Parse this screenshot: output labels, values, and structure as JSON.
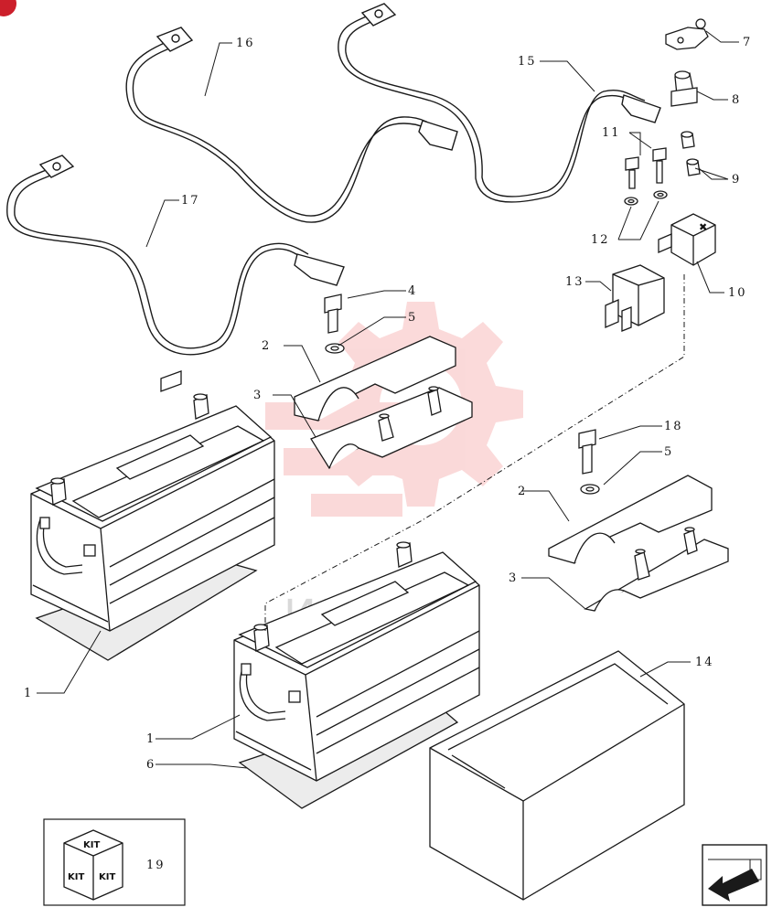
{
  "watermark": {
    "text": "ИНТЕХ",
    "color": "#f07a7a"
  },
  "kit": {
    "top": "KIT",
    "left": "KIT",
    "right": "KIT"
  },
  "callouts": {
    "c1a": "1",
    "c1b": "1",
    "c2a": "2",
    "c2b": "2",
    "c3a": "3",
    "c3b": "3",
    "c4": "4",
    "c5a": "5",
    "c5b": "5",
    "c6": "6",
    "c7": "7",
    "c8": "8",
    "c9": "9",
    "c10": "10",
    "c11": "11",
    "c12": "12",
    "c13": "13",
    "c14": "14",
    "c15": "15",
    "c16": "16",
    "c17": "17",
    "c18": "18",
    "c19": "19"
  },
  "colors": {
    "line": "#1a1a1a",
    "fill": "#ffffff",
    "shade": "#ececec",
    "corner": "#cc1f2b"
  },
  "icons": {
    "nav": "arrow-back-icon",
    "corner": "corner-badge-icon"
  }
}
